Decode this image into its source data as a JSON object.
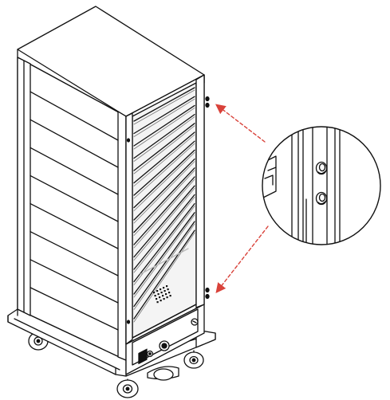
{
  "diagram": {
    "subject": "heated-holding-cabinet",
    "callouts": [
      {
        "name": "upper-hinge-pin"
      },
      {
        "name": "lower-hinge-pin"
      }
    ],
    "colors": {
      "line": "#111111",
      "fill": "#ffffff",
      "shade": "#e6e6e6",
      "arrow": "#d9423a"
    }
  }
}
